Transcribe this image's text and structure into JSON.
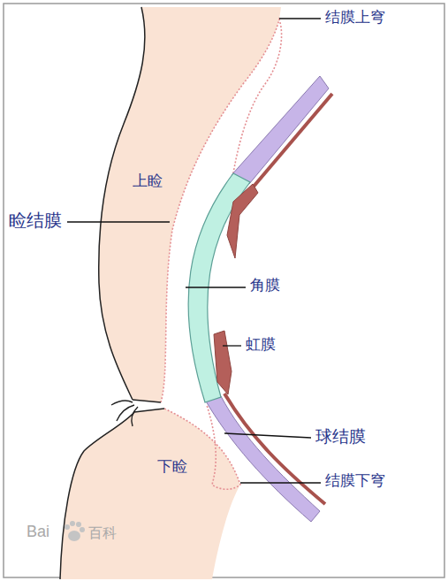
{
  "diagram": {
    "labels": [
      "结膜上穹",
      "上睑",
      "睑结膜",
      "角膜",
      "虹膜",
      "球结膜",
      "结膜下穹",
      "下睑",
      "Bai",
      "百科"
    ]
  }
}
